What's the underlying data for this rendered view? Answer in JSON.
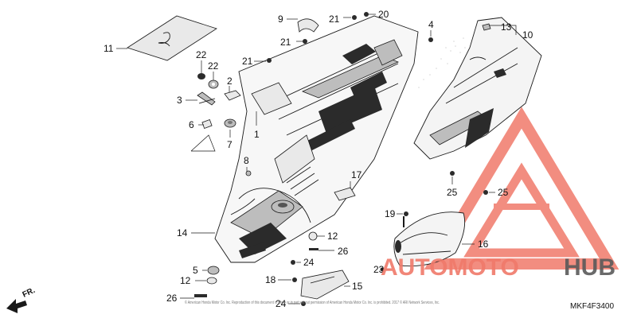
{
  "diagram": {
    "callouts": [
      {
        "id": "c11",
        "text": "11"
      },
      {
        "id": "c22a",
        "text": "22"
      },
      {
        "id": "c22b",
        "text": "22"
      },
      {
        "id": "c2",
        "text": "2"
      },
      {
        "id": "c3",
        "text": "3"
      },
      {
        "id": "c6",
        "text": "6"
      },
      {
        "id": "c7",
        "text": "7"
      },
      {
        "id": "c9",
        "text": "9"
      },
      {
        "id": "c21a",
        "text": "21"
      },
      {
        "id": "c20",
        "text": "20"
      },
      {
        "id": "c4",
        "text": "4"
      },
      {
        "id": "c21b",
        "text": "21"
      },
      {
        "id": "c21c",
        "text": "21"
      },
      {
        "id": "c1",
        "text": "1"
      },
      {
        "id": "c8",
        "text": "8"
      },
      {
        "id": "c13",
        "text": "13"
      },
      {
        "id": "c10",
        "text": "10"
      },
      {
        "id": "c17",
        "text": "17"
      },
      {
        "id": "c14",
        "text": "14"
      },
      {
        "id": "c25a",
        "text": "25"
      },
      {
        "id": "c25b",
        "text": "25"
      },
      {
        "id": "c19",
        "text": "19"
      },
      {
        "id": "c12a",
        "text": "12"
      },
      {
        "id": "c26a",
        "text": "26"
      },
      {
        "id": "c16",
        "text": "16"
      },
      {
        "id": "c5",
        "text": "5"
      },
      {
        "id": "c24a",
        "text": "24"
      },
      {
        "id": "c23",
        "text": "23"
      },
      {
        "id": "c12b",
        "text": "12"
      },
      {
        "id": "c18",
        "text": "18"
      },
      {
        "id": "c15",
        "text": "15"
      },
      {
        "id": "c26b",
        "text": "26"
      },
      {
        "id": "c24b",
        "text": "24"
      }
    ],
    "direction_label": "FR.",
    "diagram_code": "MKF4F3400",
    "copyright_text": "© American Honda Motor Co. Inc. Reproduction of this document in whole or in part without permission of American Honda Motor Co. Inc. is prohibited. 2017 © ARI Network Services, Inc."
  },
  "watermark": {
    "brand_part1": "AUTOMOTO",
    "brand_part2": "HUB",
    "color_primary": "#f07a6a",
    "color_secondary": "#5a5a5a"
  }
}
